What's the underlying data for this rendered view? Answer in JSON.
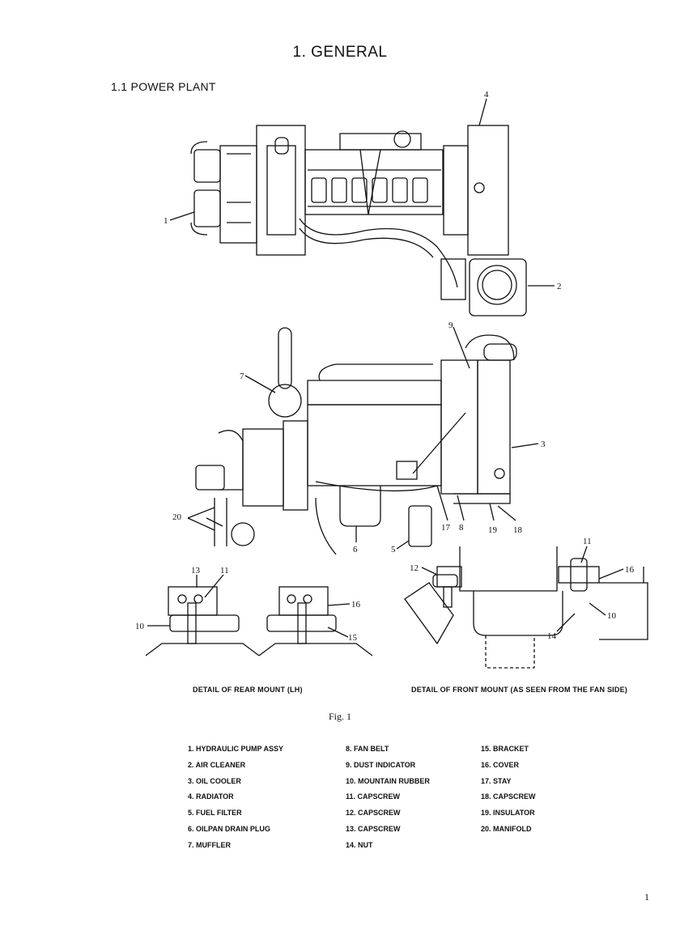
{
  "header": {
    "title": "1.  GENERAL",
    "section": "1.1  POWER PLANT"
  },
  "callouts_top": [
    "1",
    "2",
    "4"
  ],
  "callouts_mid": [
    "3",
    "5",
    "6",
    "7",
    "8",
    "9",
    "17",
    "18",
    "19",
    "20"
  ],
  "callouts_rear": [
    "10",
    "11",
    "13",
    "15",
    "16"
  ],
  "callouts_front": [
    "10",
    "11",
    "12",
    "14",
    "16"
  ],
  "captions": {
    "rear": "DETAIL OF REAR MOUNT (LH)",
    "front": "DETAIL OF FRONT MOUNT (AS SEEN FROM THE FAN SIDE)"
  },
  "figure_label": "Fig. 1",
  "legend": {
    "col1": [
      "1.  HYDRAULIC PUMP ASSY",
      "2.  AIR CLEANER",
      "3.  OIL COOLER",
      "4.  RADIATOR",
      "5.  FUEL FILTER",
      "6.  OILPAN DRAIN PLUG",
      "7.  MUFFLER"
    ],
    "col2": [
      "8.  FAN BELT",
      "9.  DUST INDICATOR",
      "10.  MOUNTAIN RUBBER",
      "11.  CAPSCREW",
      "12.  CAPSCREW",
      "13.  CAPSCREW",
      "14.  NUT"
    ],
    "col3": [
      "15.  BRACKET",
      "16.  COVER",
      "17.  STAY",
      "18.  CAPSCREW",
      "19.  INSULATOR",
      "20.  MANIFOLD"
    ]
  },
  "page_number": "1"
}
